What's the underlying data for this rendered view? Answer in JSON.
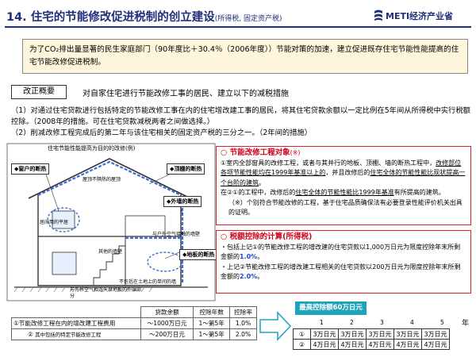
{
  "header": {
    "title": "14. 住宅的节能修改促进税制的创立建设",
    "subtitle": "(所得税, 固定资产税)",
    "logo_text": "METI经济产业省",
    "brand_color": "#1f2f7a"
  },
  "intro": {
    "text": "为了CO₂排出量显著的民生家庭部门（90年度比＋30.4％（2006年度））节能对策的加速，建立促进既存住宅节能性能提高的住宅节能改修促进税制。"
  },
  "overview": {
    "label": "改正概要",
    "desc": "对自家住宅进行节能改修工事的居民、建立以下的减税措施",
    "line1": "（1）对通过住宅贷款进行包括特定的节能改修工事在内的住宅增改建工事的居民，将其住宅贷款余额以一定比例在5年间从所得税中实行税额控除。（2008年的措施。可在住宅贷款减税两者之间做选择。）",
    "line2": "（2）削减改修工程完成后的第二年与该住宅相关的固定资产税的三分之一。（2年间的措施）"
  },
  "diagram": {
    "title": "住宅节能性能提高为目的的改修(例)",
    "callouts": {
      "window": "窗户的断热",
      "roof": "顶棚的断热",
      "outer_wall": "外墙的断热",
      "floor": "地板的断热"
    },
    "labels": {
      "roof_insulation": "屋顶不隔热的屋顶",
      "living_room": "居间用的平居",
      "inner_wall": "其他的墙壁",
      "outside_air": "与户外空气接触的墙壁",
      "floor_note": "不包括在土地上的单间的墙",
      "ceiling_note": "与外界空气相连天井地板的外围部分"
    }
  },
  "conditions": {
    "heading": "○ 节能改修工程对象",
    "heading_mark": "(※)",
    "item1_a": "①室内全部窗具的改修工程，或者与其并行的地板、顶棚、墙的断热工程中，",
    "item1_b": "改修部位各项节能性能均在1999年基准以上的",
    "item1_c": "，并且改修后的",
    "item1_d": "住宅全体的节能性能比现状提高一个台阶的建筑",
    "item1_e": "。",
    "item2_a": "在②①的工程中，改修后的",
    "item2_b": "住宅全体的节能性能比1999年基准",
    "item2_c": "有所提高的建筑。",
    "note": "（※）个别符合节能改修的工程，基于住宅品质确保法有必要登录性能评价机关出具的证明。"
  },
  "credit": {
    "heading": "○ 税额控除的计算(所得税)",
    "b1_a": "・包括上记①的节能改修工程的增改建的住宅贷款以1,000万日元为限度控除年末所剩金额的",
    "b1_pct": "1.0%",
    "b1_end": "。",
    "b2_a": "・上记②节能改修工程的增改建工程相关的住宅贷款以200万日元为限度控除年末所剩金额的",
    "b2_pct": "2.0%",
    "b2_end": "。"
  },
  "loan_table": {
    "headers": [
      "贷款余额",
      "控除年数",
      "控除率"
    ],
    "rows": [
      {
        "label": "①节能改修工程在内的增改建工程费用",
        "balance": "〜1000万日元",
        "years": "1〜第5年",
        "rate": "1.0%"
      },
      {
        "label_main": "②",
        "label_detail": "其中包括的特定节能改修工程",
        "balance": "〜200万日元",
        "years": "1〜第5年",
        "rate": "2.0%"
      }
    ]
  },
  "max_badge": "最高控除额60万日元",
  "years": {
    "axis": [
      "1",
      "2",
      "3",
      "4",
      "5"
    ],
    "unit": "年",
    "rows": [
      {
        "label": "①",
        "values": [
          "3万日元",
          "3万日元",
          "3万日元",
          "3万日元",
          "3万日元"
        ]
      },
      {
        "label": "②",
        "values": [
          "4万日元",
          "4万日元",
          "4万日元",
          "4万日元",
          "4万日元"
        ]
      }
    ]
  },
  "colors": {
    "accent_red": "#d0021b",
    "badge_teal": "#1fa3b8",
    "diagram_blue": "#3a6fd8"
  }
}
